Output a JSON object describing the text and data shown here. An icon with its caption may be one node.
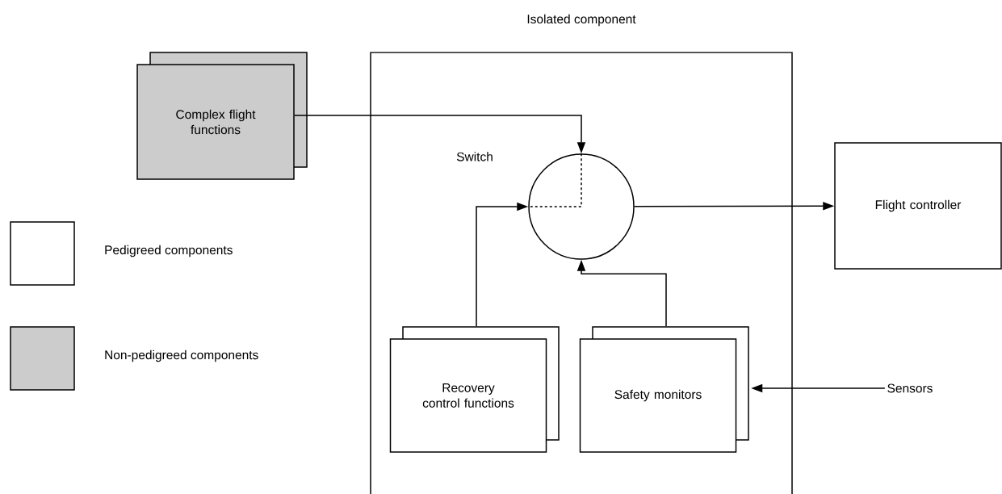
{
  "diagram": {
    "nodes": [
      {
        "text": [
          "Isolated component"
        ]
      },
      {
        "text": [
          "Complex flight functions"
        ]
      },
      {
        "text": [],
        "shape": "circle",
        "beside": [
          "Switch"
        ],
        "in": 0
      },
      {
        "text": [
          "Flight controller"
        ]
      },
      {
        "text": [
          "Recovery control functions"
        ],
        "in": 0
      },
      {
        "text": [
          "Safety monitors"
        ],
        "in": 0
      },
      {
        "text": [
          "Sensors"
        ]
      }
    ],
    "edges": [
      {
        "from": 1,
        "to": 2,
        "arrow": "to"
      },
      {
        "from": 4,
        "to": 2,
        "arrow": "to"
      },
      {
        "from": 5,
        "to": 2,
        "arrow": "to"
      },
      {
        "from": 2,
        "to": 3,
        "arrow": "to"
      },
      {
        "from": 6,
        "to": 5,
        "arrow": "to"
      }
    ],
    "legend": [
      {
        "text": "Pedigreed components"
      },
      {
        "text": "Non-pedigreed components",
        "color": "#cccccc"
      }
    ]
  }
}
